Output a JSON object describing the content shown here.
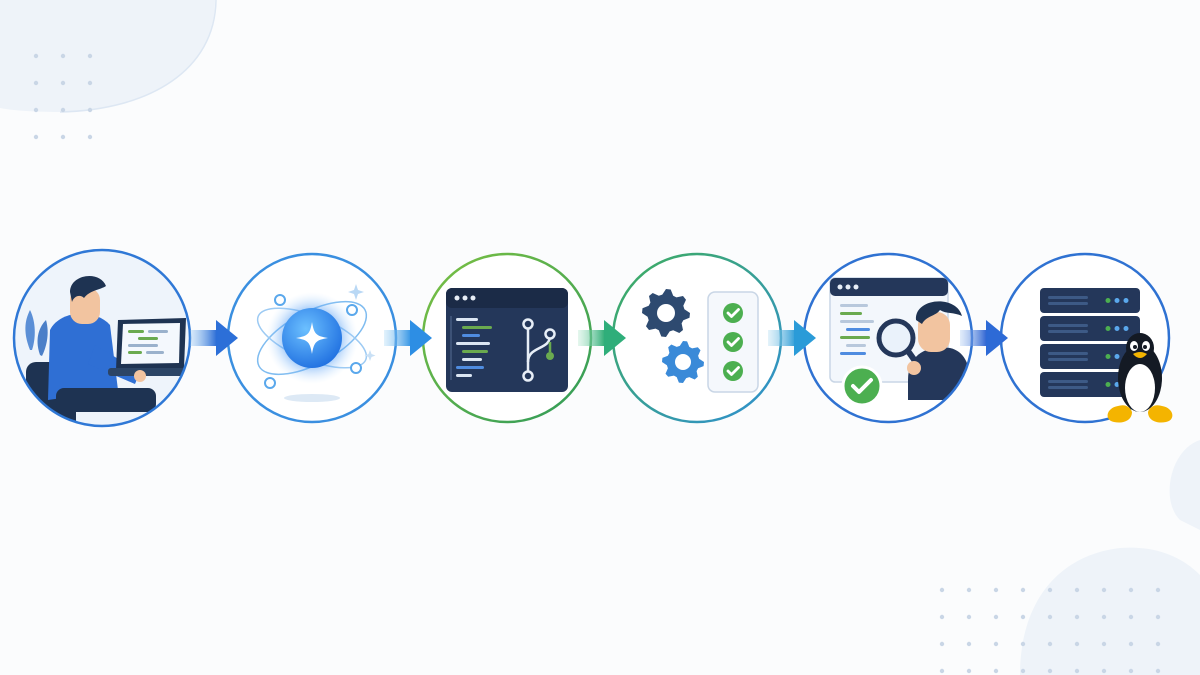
{
  "diagram": {
    "type": "pipeline-flow",
    "stages": [
      {
        "name": "developer-coding",
        "ring_color": "#2f78d6"
      },
      {
        "name": "ai-assistant",
        "ring_color": "#3a8fe0"
      },
      {
        "name": "version-control",
        "ring_color": "#4aa84a"
      },
      {
        "name": "automated-tests",
        "ring_color": "#3a9a62"
      },
      {
        "name": "code-review",
        "ring_color": "#2f72d2"
      },
      {
        "name": "linux-deploy",
        "ring_color": "#2f72d2"
      }
    ],
    "arrows": [
      {
        "from": "developer-coding",
        "to": "ai-assistant",
        "color": "#2c6fd8"
      },
      {
        "from": "ai-assistant",
        "to": "version-control",
        "color": "#2d8ee4"
      },
      {
        "from": "version-control",
        "to": "automated-tests",
        "color": "#2fae7a"
      },
      {
        "from": "automated-tests",
        "to": "code-review",
        "color": "#2a9bd8"
      },
      {
        "from": "code-review",
        "to": "linux-deploy",
        "color": "#2d6ad6"
      }
    ]
  },
  "colors": {
    "background": "#fbfcfd",
    "navy": "#243b5c",
    "blue": "#2f6fd4",
    "green": "#4aa84a",
    "check_green": "#4caf50"
  }
}
